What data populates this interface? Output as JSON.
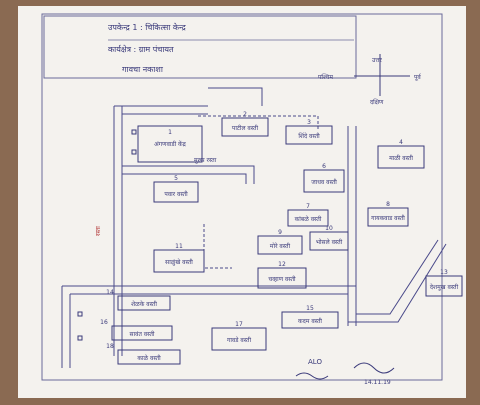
{
  "header": {
    "line1": "उपकेन्द्र 1 : चिकित्सा केन्द्र",
    "line2": "कार्यक्षेत्र : ग्राम पंचायत",
    "line3": "गावचा नकाशा"
  },
  "compass": {
    "north": "उत्तर",
    "south": "दक्षिण",
    "east": "पूर्व",
    "west": "पश्चिम"
  },
  "houses": [
    {
      "num": "1",
      "name": "अंगणवाडी केंद्र"
    },
    {
      "num": "2",
      "name": "पाटील वस्ती"
    },
    {
      "num": "3",
      "name": "शिंदे वस्ती"
    },
    {
      "num": "4",
      "name": "माळी वस्ती"
    },
    {
      "num": "5",
      "name": "पवार वस्ती"
    },
    {
      "num": "6",
      "name": "जाधव वस्ती"
    },
    {
      "num": "7",
      "name": "कांबळे वस्ती"
    },
    {
      "num": "8",
      "name": "गायकवाड वस्ती"
    },
    {
      "num": "9",
      "name": "मोरे वस्ती"
    },
    {
      "num": "10",
      "name": "भोसले वस्ती"
    },
    {
      "num": "11",
      "name": "साळुंखे वस्ती"
    },
    {
      "num": "12",
      "name": "चव्हाण वस्ती"
    },
    {
      "num": "13",
      "name": "देशमुख वस्ती"
    },
    {
      "num": "14",
      "name": "शेळके वस्ती"
    },
    {
      "num": "15",
      "name": "कदम वस्ती"
    },
    {
      "num": "16",
      "name": "सावंत वस्ती"
    },
    {
      "num": "17",
      "name": "गावडे वस्ती"
    },
    {
      "num": "18",
      "name": "काळे वस्ती"
    }
  ],
  "road_labels": [
    "रस्ता",
    "मुख्य रस्ता"
  ],
  "footer": {
    "left": "ALO",
    "right": "14.11.19"
  }
}
